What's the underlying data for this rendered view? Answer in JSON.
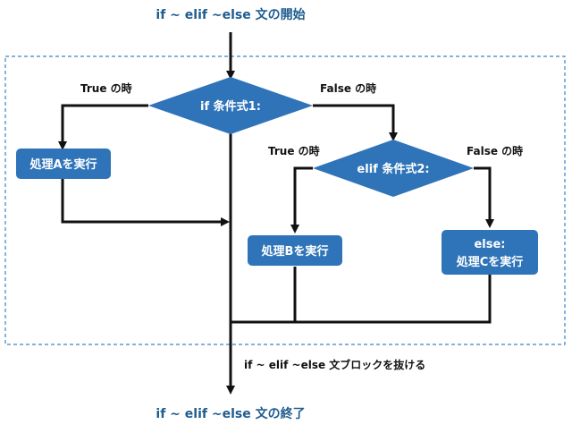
{
  "diagram": {
    "start_label": "if ~ elif ~else 文の開始",
    "end_label": "if ~ elif ~else 文の終了",
    "exit_label": "if ~ elif ~else 文ブロックを抜ける",
    "cond1_label": "if 条件式1:",
    "cond2_label": "elif 条件式2:",
    "cond1_true": "True の時",
    "cond1_false": "False の時",
    "cond2_true": "True の時",
    "cond2_false": "False の時",
    "process_a": "処理Aを実行",
    "process_b": "処理Bを実行",
    "process_c_line1": "else:",
    "process_c_line2": "処理Cを実行"
  },
  "colors": {
    "node_fill": "#2f74b8",
    "title_text": "#1f5c8f",
    "line": "#111111",
    "block_border": "#3a84c4"
  }
}
